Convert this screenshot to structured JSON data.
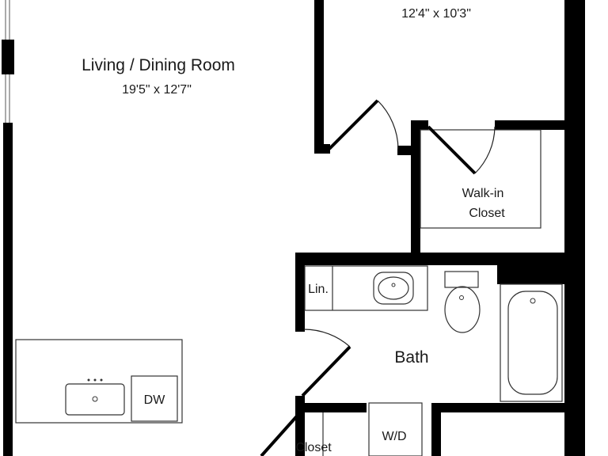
{
  "rooms": {
    "bedroom": {
      "dimensions": "12'4\" x 10'3\""
    },
    "living_dining": {
      "name": "Living / Dining Room",
      "dimensions": "19'5\" x 12'7\""
    },
    "walk_in_closet": {
      "name_line1": "Walk-in",
      "name_line2": "Closet"
    },
    "linen": {
      "name": "Lin."
    },
    "bath": {
      "name": "Bath"
    },
    "closet": {
      "name": "Closet"
    },
    "washer_dryer": {
      "name": "W/D"
    },
    "dishwasher": {
      "name": "DW"
    }
  },
  "colors": {
    "wall": "#000000",
    "line": "#333333",
    "background": "#ffffff"
  }
}
